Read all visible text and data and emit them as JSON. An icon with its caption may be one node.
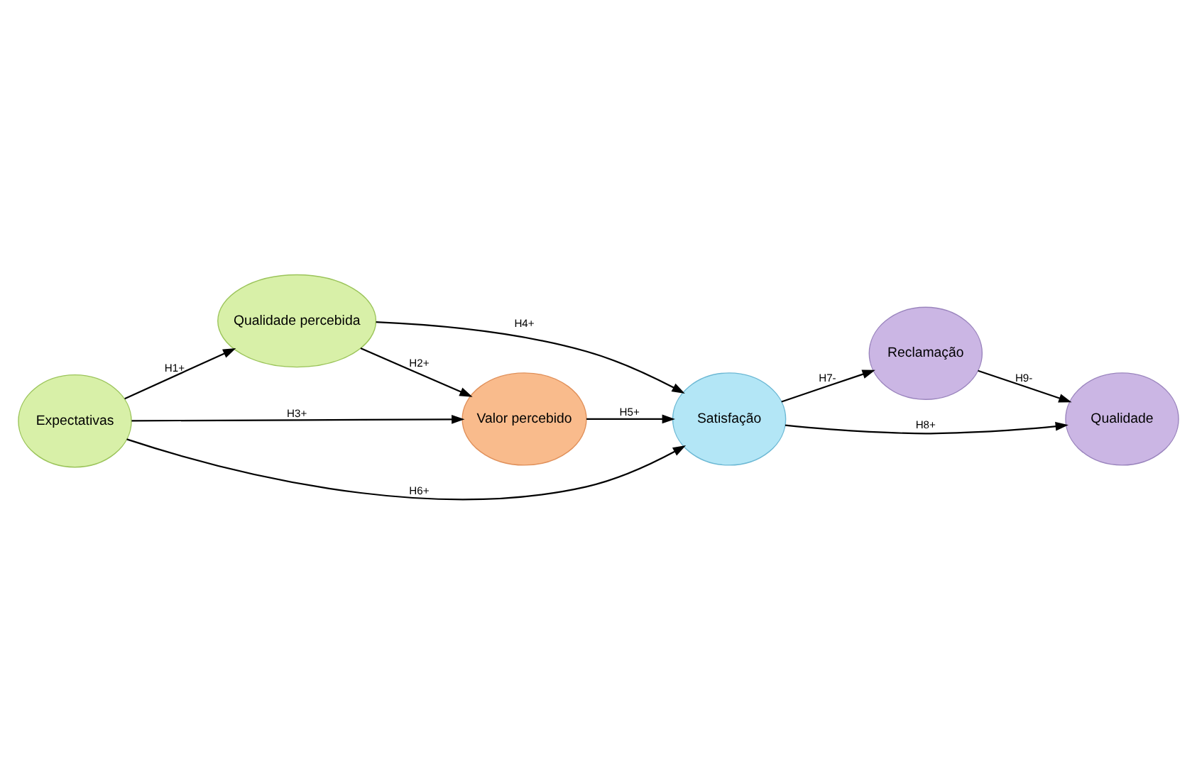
{
  "diagram": {
    "nodes": [
      {
        "text": [
          "Qualidade percebida"
        ]
      },
      {
        "text": [
          "Reclamação"
        ]
      },
      {
        "text": [
          "Valor percebido"
        ]
      },
      {
        "text": [
          "Satisfação"
        ]
      },
      {
        "text": [
          "Expectativas"
        ]
      },
      {
        "text": [
          "Qualidade"
        ]
      }
    ],
    "edges": [
      {
        "from": 4,
        "to": 0,
        "arrow": "to",
        "label": "H1+"
      },
      {
        "from": 0,
        "to": 2,
        "arrow": "to",
        "label": "H2+"
      },
      {
        "from": 4,
        "to": 2,
        "arrow": "to",
        "label": "H3+"
      },
      {
        "from": 0,
        "to": 3,
        "arrow": "to",
        "label": "H4+"
      },
      {
        "from": 2,
        "to": 3,
        "arrow": "to",
        "label": "H5+"
      },
      {
        "from": 4,
        "to": 3,
        "arrow": "to",
        "label": "H6+"
      },
      {
        "from": 3,
        "to": 1,
        "arrow": "to",
        "label": "H7-"
      },
      {
        "from": 3,
        "to": 5,
        "arrow": "to",
        "label": "H8+"
      },
      {
        "from": 1,
        "to": 5,
        "arrow": "to",
        "label": "H9-"
      }
    ]
  }
}
